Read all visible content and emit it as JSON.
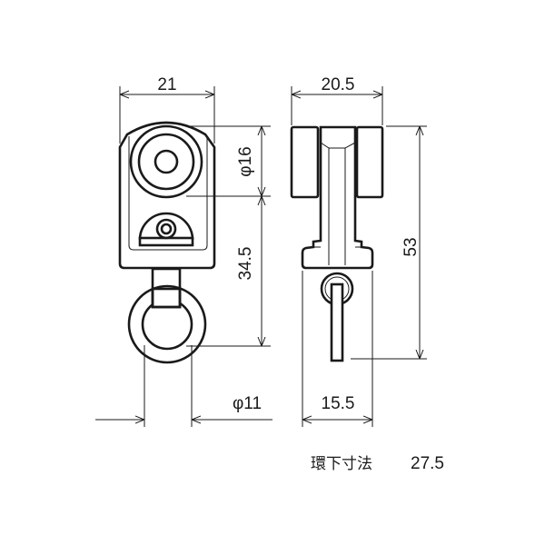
{
  "drawing": {
    "front_view": {
      "width_label": "21",
      "wheel_diameter_label": "φ16",
      "height_label": "34.5",
      "ring_diameter_label": "φ11"
    },
    "side_view": {
      "width_label": "20.5",
      "height_label": "53",
      "flange_width_label": "15.5"
    },
    "footer": {
      "ring_drop_label": "環下寸法",
      "ring_drop_value": "27.5"
    }
  }
}
